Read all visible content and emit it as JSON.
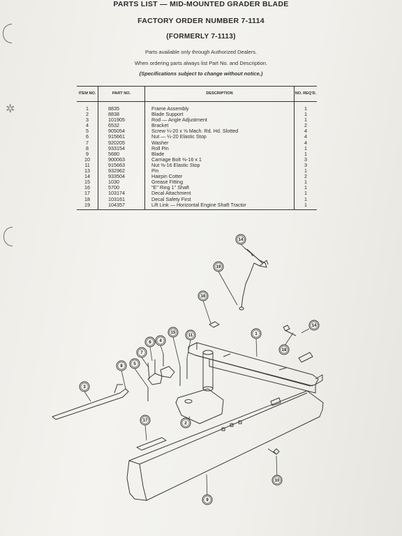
{
  "header": {
    "title": "PARTS LIST — MID-MOUNTED GRADER BLADE",
    "order": "FACTORY ORDER NUMBER 7-1114",
    "formerly": "(FORMERLY 7-1113)",
    "note1": "Parts available only through Authorized Dealers.",
    "note2": "When ordering parts always list Part No. and Description.",
    "note3": "(Specifications subject to change without notice.)"
  },
  "table": {
    "headers": [
      "ITEM NO.",
      "PART NO.",
      "DESCRIPTION",
      "NO. REQ'D."
    ],
    "rows": [
      {
        "item": "1",
        "part": "8835",
        "desc": "Frame Assembly",
        "qty": "1"
      },
      {
        "item": "2",
        "part": "8838",
        "desc": "Blade Support",
        "qty": "1"
      },
      {
        "item": "3",
        "part": "101905",
        "desc": "Rod — Angle Adjustment",
        "qty": "1"
      },
      {
        "item": "4",
        "part": "6532",
        "desc": "Bracket",
        "qty": "2"
      },
      {
        "item": "5",
        "part": "905054",
        "desc": "Screw ¼-20 x ⅝ Mach. Rd. Hd. Slotted",
        "qty": "4"
      },
      {
        "item": "6",
        "part": "915661",
        "desc": "Nut — ¼-20 Elastic Stop",
        "qty": "4"
      },
      {
        "item": "7",
        "part": "920205",
        "desc": "Washer",
        "qty": "4"
      },
      {
        "item": "8",
        "part": "933154",
        "desc": "Roll Pin",
        "qty": "1"
      },
      {
        "item": "9",
        "part": "5680",
        "desc": "Blade",
        "qty": "1"
      },
      {
        "item": "10",
        "part": "900063",
        "desc": "Carriage Bolt ⅜-16 x 1",
        "qty": "3"
      },
      {
        "item": "11",
        "part": "915663",
        "desc": "Nut ⅜-16 Elastic Stop",
        "qty": "3"
      },
      {
        "item": "13",
        "part": "932962",
        "desc": "Pin",
        "qty": "1"
      },
      {
        "item": "14",
        "part": "933504",
        "desc": "Hairpin Cotter",
        "qty": "2"
      },
      {
        "item": "15",
        "part": "1030",
        "desc": "Grease Fitting",
        "qty": "1"
      },
      {
        "item": "16",
        "part": "5700",
        "desc": "\"E\" Ring 1\" Shaft",
        "qty": "1"
      },
      {
        "item": "17",
        "part": "103174",
        "desc": "Decal Attachment",
        "qty": "1"
      },
      {
        "item": "18",
        "part": "103161",
        "desc": "Decal Safety First",
        "qty": "1"
      },
      {
        "item": "19",
        "part": "104357",
        "desc": "Lift Link — Horizontal Engine Shaft Tractor",
        "qty": "1"
      }
    ]
  },
  "callouts": [
    "14",
    "19",
    "16",
    "15",
    "11",
    "6",
    "4",
    "7",
    "8",
    "5",
    "3",
    "1",
    "18",
    "14",
    "17",
    "2",
    "10",
    "9"
  ],
  "colors": {
    "paper": "#f1f0ec",
    "ink": "#2c2c2c"
  }
}
